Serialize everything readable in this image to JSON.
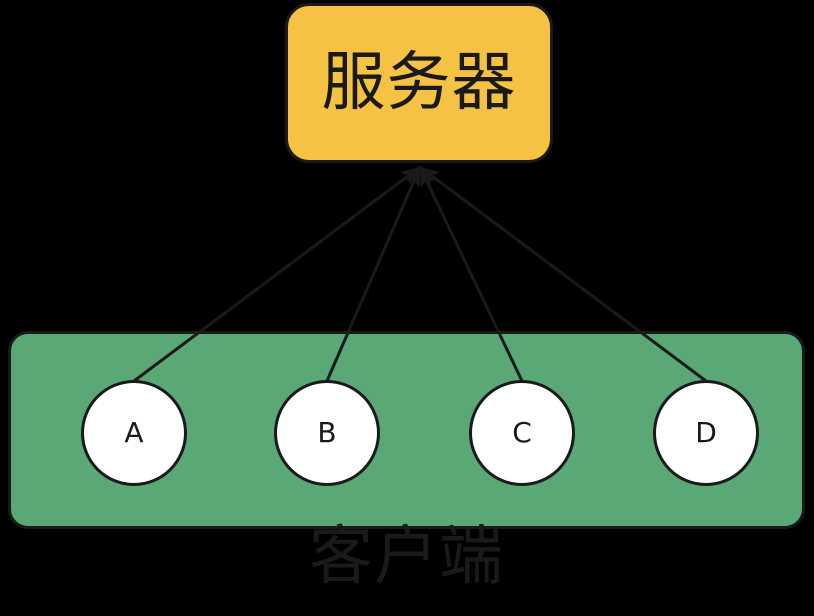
{
  "colors": {
    "background": "#000000",
    "server_fill": "#F5C243",
    "client_fill": "#5BA877",
    "node_fill": "#FFFFFF",
    "ink": "#1A1A1A"
  },
  "server": {
    "label": "服务器"
  },
  "client_group": {
    "label": "客户端"
  },
  "clients": [
    {
      "label": "A"
    },
    {
      "label": "B"
    },
    {
      "label": "C"
    },
    {
      "label": "D"
    }
  ],
  "edges": [
    {
      "from": "A",
      "to": "服务器",
      "arrowhead_at": "服务器"
    },
    {
      "from": "B",
      "to": "服务器",
      "arrowhead_at": "服务器"
    },
    {
      "from": "C",
      "to": "服务器",
      "arrowhead_at": "服务器"
    },
    {
      "from": "D",
      "to": "服务器",
      "arrowhead_at": "服务器"
    }
  ]
}
